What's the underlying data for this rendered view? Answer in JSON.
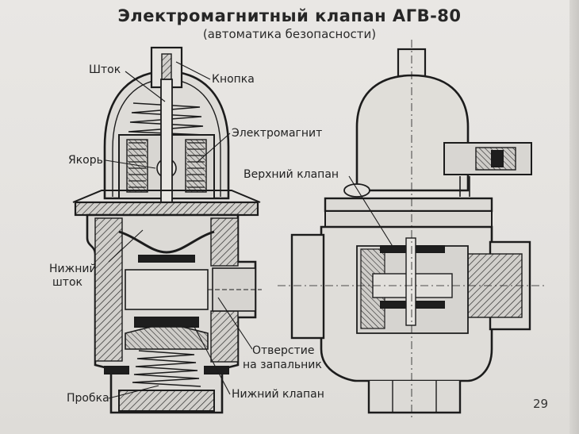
{
  "title": "Электромагнитный клапан АГВ-80",
  "subtitle": "(автоматика безопасности)",
  "labels": {
    "shtok": "Шток",
    "knopka": "Кнопка",
    "elektromagnit": "Электромагнит",
    "yakor": "Якорь",
    "verkhniy_klapan": "Верхний клапан",
    "nizhniy_shtok_1": "Нижний",
    "nizhniy_shtok_2": "шток",
    "otverstie_1": "Отверстие",
    "otverstie_2": "на запальник",
    "probka": "Пробка",
    "nizhniy_klapan": "Нижний клапан"
  },
  "page_number": "29"
}
